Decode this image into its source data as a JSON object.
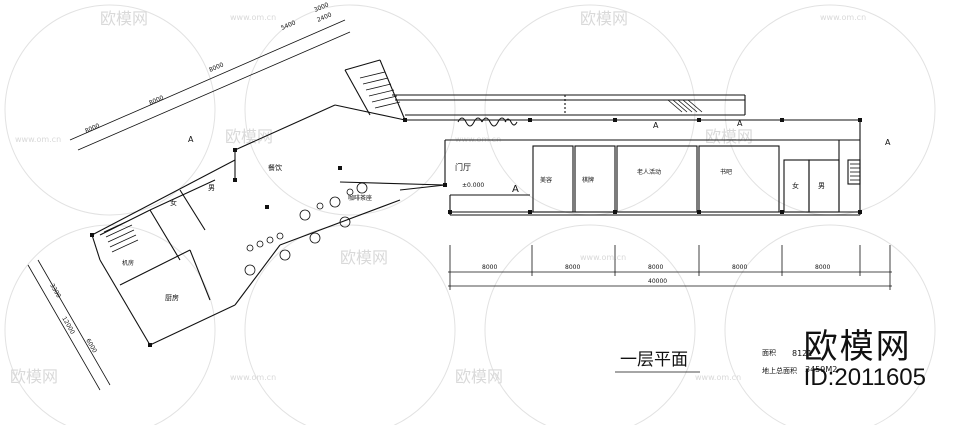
{
  "watermark": {
    "brand": "欧模网",
    "site": "www.om.cn"
  },
  "plan": {
    "title": "一层平面",
    "rooms": {
      "dining": "餐饮",
      "coffee": "咖啡茶座",
      "lobby": "门厅",
      "elevation": "±0.000",
      "beauty": "美容",
      "chess": "棋牌",
      "elderly": "老人活动",
      "bookbar": "书吧",
      "female": "女",
      "male": "男",
      "kitchen": "厨房",
      "storage": "机房"
    },
    "section_mark": "A",
    "area_label": "面积",
    "area_value": "8121",
    "total_area_label": "地上总面积",
    "total_area_value": "3459M2"
  },
  "dimensions": {
    "bottom_bays": [
      "8000",
      "8000",
      "8000",
      "8000",
      "8000"
    ],
    "bottom_total": "40000",
    "top_left": [
      "8000",
      "8000",
      "8000",
      "3000"
    ],
    "top_right": [
      "5400",
      "2400"
    ],
    "left_side": [
      "3300",
      "12000",
      "6000"
    ]
  },
  "logo": {
    "name": "欧模网",
    "id": "ID:2011605"
  }
}
